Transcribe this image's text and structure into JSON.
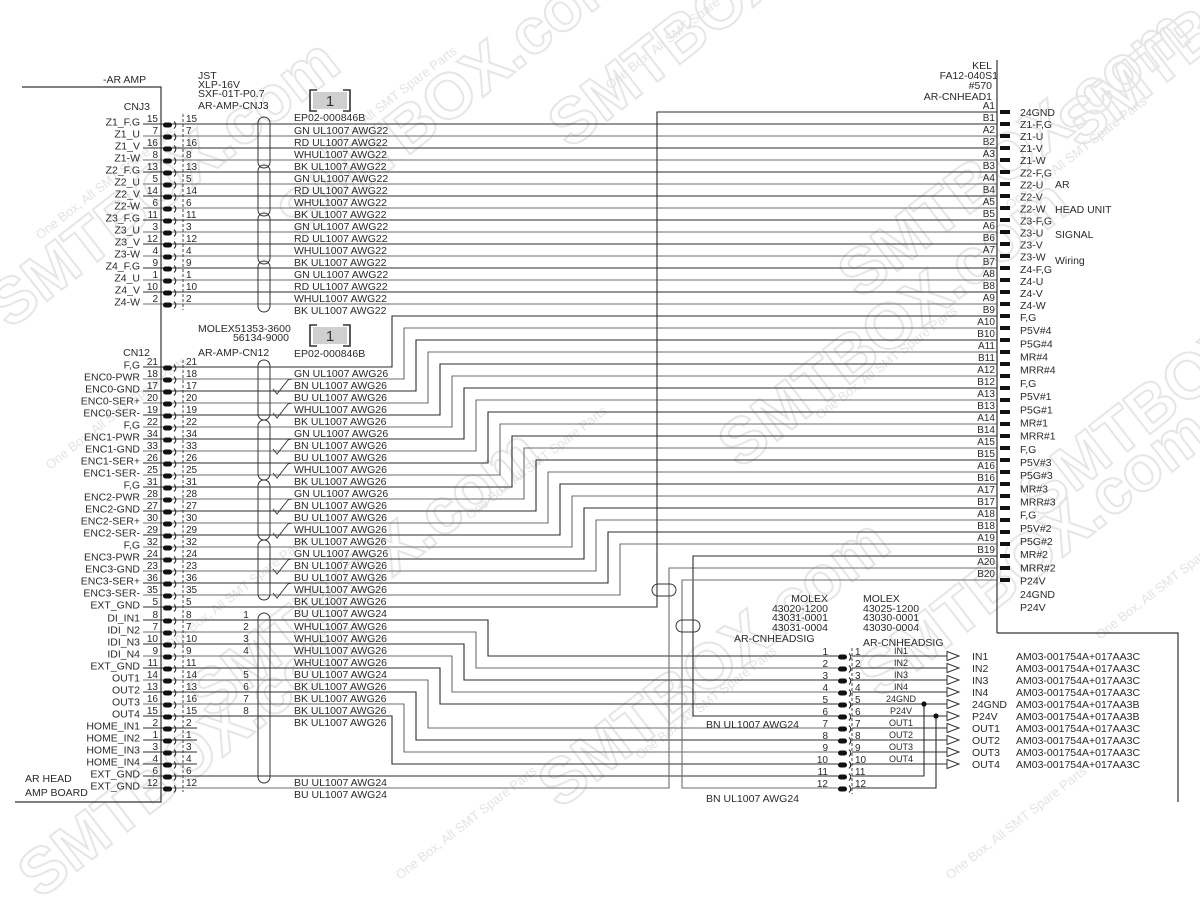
{
  "watermark": {
    "brand": "SMTBOX.com",
    "slogan": "One Box, All SMT Spare Parts"
  },
  "amp_board": {
    "title": "-AR AMP",
    "name_line1": "AR HEAD",
    "name_line2": "AMP BOARD"
  },
  "cnj3": {
    "name": "CNJ3",
    "maker": "JST",
    "housing": "XLP-16V",
    "terminal": "SXF-01T-P0.7",
    "harness_label": "AR-AMP-CNJ3",
    "cable_tag": "1",
    "cable_part": "EP02-000846B",
    "rows": [
      {
        "signal": "Z1_F.G",
        "pin": "15",
        "wire": "GN UL1007 AWG22"
      },
      {
        "signal": "Z1_U",
        "pin": "7",
        "wire": "RD UL1007 AWG22"
      },
      {
        "signal": "Z1_V",
        "pin": "16",
        "wire": "WHUL1007 AWG22"
      },
      {
        "signal": "Z1-W",
        "pin": "8",
        "wire": "BK UL1007 AWG22"
      },
      {
        "signal": "Z2_F.G",
        "pin": "13",
        "wire": "GN UL1007 AWG22"
      },
      {
        "signal": "Z2_U",
        "pin": "5",
        "wire": "RD UL1007 AWG22"
      },
      {
        "signal": "Z2_V",
        "pin": "14",
        "wire": "WHUL1007 AWG22"
      },
      {
        "signal": "Z2-W",
        "pin": "6",
        "wire": "BK UL1007 AWG22"
      },
      {
        "signal": "Z3_F.G",
        "pin": "11",
        "wire": "GN UL1007 AWG22"
      },
      {
        "signal": "Z3_U",
        "pin": "3",
        "wire": "RD UL1007 AWG22"
      },
      {
        "signal": "Z3_V",
        "pin": "12",
        "wire": "WHUL1007 AWG22"
      },
      {
        "signal": "Z3-W",
        "pin": "4",
        "wire": "BK UL1007 AWG22"
      },
      {
        "signal": "Z4_F.G",
        "pin": "9",
        "wire": "GN UL1007 AWG22"
      },
      {
        "signal": "Z4_U",
        "pin": "1",
        "wire": "RD UL1007 AWG22"
      },
      {
        "signal": "Z4_V",
        "pin": "10",
        "wire": "WHUL1007 AWG22"
      },
      {
        "signal": "Z4-W",
        "pin": "2",
        "wire": "BK UL1007 AWG22"
      }
    ]
  },
  "cn12": {
    "name": "CN12",
    "housing": "MOLEX51353-3600",
    "terminal": "56134-9000",
    "harness_label": "AR-AMP-CN12",
    "cable_tag": "1",
    "cable_part": "EP02-000846B",
    "rows": [
      {
        "signal": "F,G",
        "pin": "21",
        "wire": "GN UL1007 AWG26"
      },
      {
        "signal": "ENC0-PWR",
        "pin": "18",
        "wire": "BN UL1007 AWG26"
      },
      {
        "signal": "ENC0-GND",
        "pin": "17",
        "wire": "BU UL1007 AWG26"
      },
      {
        "signal": "ENC0-SER+",
        "pin": "20",
        "wire": "WHUL1007 AWG26"
      },
      {
        "signal": "ENC0-SER-",
        "pin": "19",
        "wire": "BK UL1007 AWG26"
      },
      {
        "signal": "F,G",
        "pin": "22",
        "wire": "GN UL1007 AWG26"
      },
      {
        "signal": "ENC1-PWR",
        "pin": "34",
        "wire": "BN UL1007 AWG26"
      },
      {
        "signal": "ENC1-GND",
        "pin": "33",
        "wire": "BU UL1007 AWG26"
      },
      {
        "signal": "ENC1-SER+",
        "pin": "26",
        "wire": "WHUL1007 AWG26"
      },
      {
        "signal": "ENC1-SER-",
        "pin": "25",
        "wire": "BK UL1007 AWG26"
      },
      {
        "signal": "F,G",
        "pin": "31",
        "wire": "GN UL1007 AWG26"
      },
      {
        "signal": "ENC2-PWR",
        "pin": "28",
        "wire": "BN UL1007 AWG26"
      },
      {
        "signal": "ENC2-GND",
        "pin": "27",
        "wire": "BU UL1007 AWG26"
      },
      {
        "signal": "ENC2-SER+",
        "pin": "30",
        "wire": "WHUL1007 AWG26"
      },
      {
        "signal": "ENC2-SER-",
        "pin": "29",
        "wire": "BK UL1007 AWG26"
      },
      {
        "signal": "F,G",
        "pin": "32",
        "wire": "GN UL1007 AWG26"
      },
      {
        "signal": "ENC3-PWR",
        "pin": "24",
        "wire": "BN UL1007 AWG26"
      },
      {
        "signal": "ENC3-GND",
        "pin": "23",
        "wire": "BU UL1007 AWG26"
      },
      {
        "signal": "ENC3-SER+",
        "pin": "36",
        "wire": "WHUL1007 AWG26"
      },
      {
        "signal": "ENC3-SER-",
        "pin": "35",
        "wire": "BK UL1007 AWG26"
      },
      {
        "signal": "EXT_GND",
        "pin": "5",
        "wire": "BU UL1007 AWG24"
      }
    ]
  },
  "dio": {
    "rows": [
      {
        "signal": "DI_IN1",
        "pin": "8",
        "bundle_no": "1",
        "wire": "WHUL1007 AWG26"
      },
      {
        "signal": "IDI_N2",
        "pin": "7",
        "bundle_no": "2",
        "wire": "WHUL1007 AWG26"
      },
      {
        "signal": "IDI_N3",
        "pin": "10",
        "bundle_no": "3",
        "wire": "WHUL1007 AWG26"
      },
      {
        "signal": "IDI_N4",
        "pin": "9",
        "bundle_no": "4",
        "wire": "WHUL1007 AWG26"
      },
      {
        "signal": "EXT_GND",
        "pin": "11",
        "bundle_no": "",
        "wire": "BU UL1007 AWG24"
      },
      {
        "signal": "OUT1",
        "pin": "14",
        "bundle_no": "5",
        "wire": "BK UL1007 AWG26"
      },
      {
        "signal": "OUT2",
        "pin": "13",
        "bundle_no": "6",
        "wire": "BK UL1007 AWG26"
      },
      {
        "signal": "OUT3",
        "pin": "16",
        "bundle_no": "7",
        "wire": "BK UL1007 AWG26"
      },
      {
        "signal": "OUT4",
        "pin": "15",
        "bundle_no": "8",
        "wire": "BK UL1007 AWG26"
      },
      {
        "signal": "HOME_IN1",
        "pin": "2",
        "bundle_no": "",
        "wire": ""
      },
      {
        "signal": "HOME_IN2",
        "pin": "1",
        "bundle_no": "",
        "wire": ""
      },
      {
        "signal": "HOME_IN3",
        "pin": "3",
        "bundle_no": "",
        "wire": ""
      },
      {
        "signal": "HOME_IN4",
        "pin": "4",
        "bundle_no": "",
        "wire": ""
      },
      {
        "signal": "EXT_GND",
        "pin": "6",
        "bundle_no": "",
        "wire": "BU UL1007 AWG24"
      },
      {
        "signal": "EXT_GND",
        "pin": "12",
        "bundle_no": "",
        "wire": "BU UL1007 AWG24"
      }
    ]
  },
  "cnheadsig": {
    "left": {
      "maker": "MOLEX",
      "part1": "43020-1200",
      "part2": "43031-0001",
      "part3": "43031-0004",
      "label": "AR-CNHEADSIG"
    },
    "right": {
      "maker": "MOLEX",
      "part1": "43025-1200",
      "part2": "43030-0001",
      "part3": "43030-0004",
      "label": "AR-CNHEADSIG"
    },
    "pins": [
      "1",
      "2",
      "3",
      "4",
      "5",
      "6",
      "7",
      "8",
      "9",
      "10",
      "11",
      "12"
    ],
    "signals": [
      "IN1",
      "IN2",
      "IN3",
      "IN4",
      "24GND",
      "P24V",
      "OUT1",
      "OUT2",
      "OUT3",
      "OUT4",
      "",
      ""
    ],
    "outputs": [
      {
        "name": "IN1",
        "part": "AM03-001754A+017AA3C"
      },
      {
        "name": "IN2",
        "part": "AM03-001754A+017AA3C"
      },
      {
        "name": "IN3",
        "part": "AM03-001754A+017AA3C"
      },
      {
        "name": "IN4",
        "part": "AM03-001754A+017AA3C"
      },
      {
        "name": "24GND",
        "part": "AM03-001754A+017AA3B"
      },
      {
        "name": "P24V",
        "part": "AM03-001754A+017AA3B"
      },
      {
        "name": "OUT1",
        "part": "AM03-001754A+017AA3C"
      },
      {
        "name": "OUT2",
        "part": "AM03-001754A+017AA3C"
      },
      {
        "name": "OUT3",
        "part": "AM03-001754A+017AA3C"
      },
      {
        "name": "OUT4",
        "part": "AM03-001754A+017AA3C"
      }
    ],
    "wire_note_1": "BN UL1007 AWG24",
    "wire_note_2": "BN UL1007 AWG24"
  },
  "cnhead1": {
    "maker": "KEL",
    "part": "FA12-040S1",
    "part2": "#570",
    "label": "AR-CNHEAD1",
    "pins": [
      "A1",
      "B1",
      "A2",
      "B2",
      "A3",
      "B3",
      "A4",
      "B4",
      "A5",
      "B5",
      "A6",
      "B6",
      "A7",
      "B7",
      "A8",
      "B8",
      "A9",
      "B9",
      "A10",
      "B10",
      "A11",
      "B11",
      "A12",
      "B12",
      "A13",
      "B13",
      "A14",
      "B14",
      "A15",
      "B15",
      "A16",
      "B16",
      "A17",
      "B17",
      "A18",
      "B18",
      "A19",
      "B19",
      "A20",
      "B20"
    ],
    "signals": [
      "24GND",
      "Z1-F,G",
      "Z1-U",
      "Z1-V",
      "Z1-W",
      "Z2-F,G",
      "Z2-U",
      "Z2-V",
      "Z2-W",
      "Z3-F,G",
      "Z3-U",
      "Z3-V",
      "Z3-W",
      "Z4-F,G",
      "Z4-U",
      "Z4-V",
      "Z4-W",
      "F,G",
      "P5V#4",
      "P5G#4",
      "MR#4",
      "MRR#4",
      "F,G",
      "P5V#1",
      "P5G#1",
      "MR#1",
      "MRR#1",
      "F,G",
      "P5V#3",
      "P5G#3",
      "MR#3",
      "MRR#3",
      "F,G",
      "P5V#2",
      "P5G#2",
      "MR#2",
      "MRR#2",
      "P24V",
      "24GND",
      "P24V"
    ]
  },
  "head_unit_note": {
    "line1": "AR",
    "line2": "HEAD UNIT",
    "line3": "SIGNAL",
    "line4": "Wiring"
  }
}
